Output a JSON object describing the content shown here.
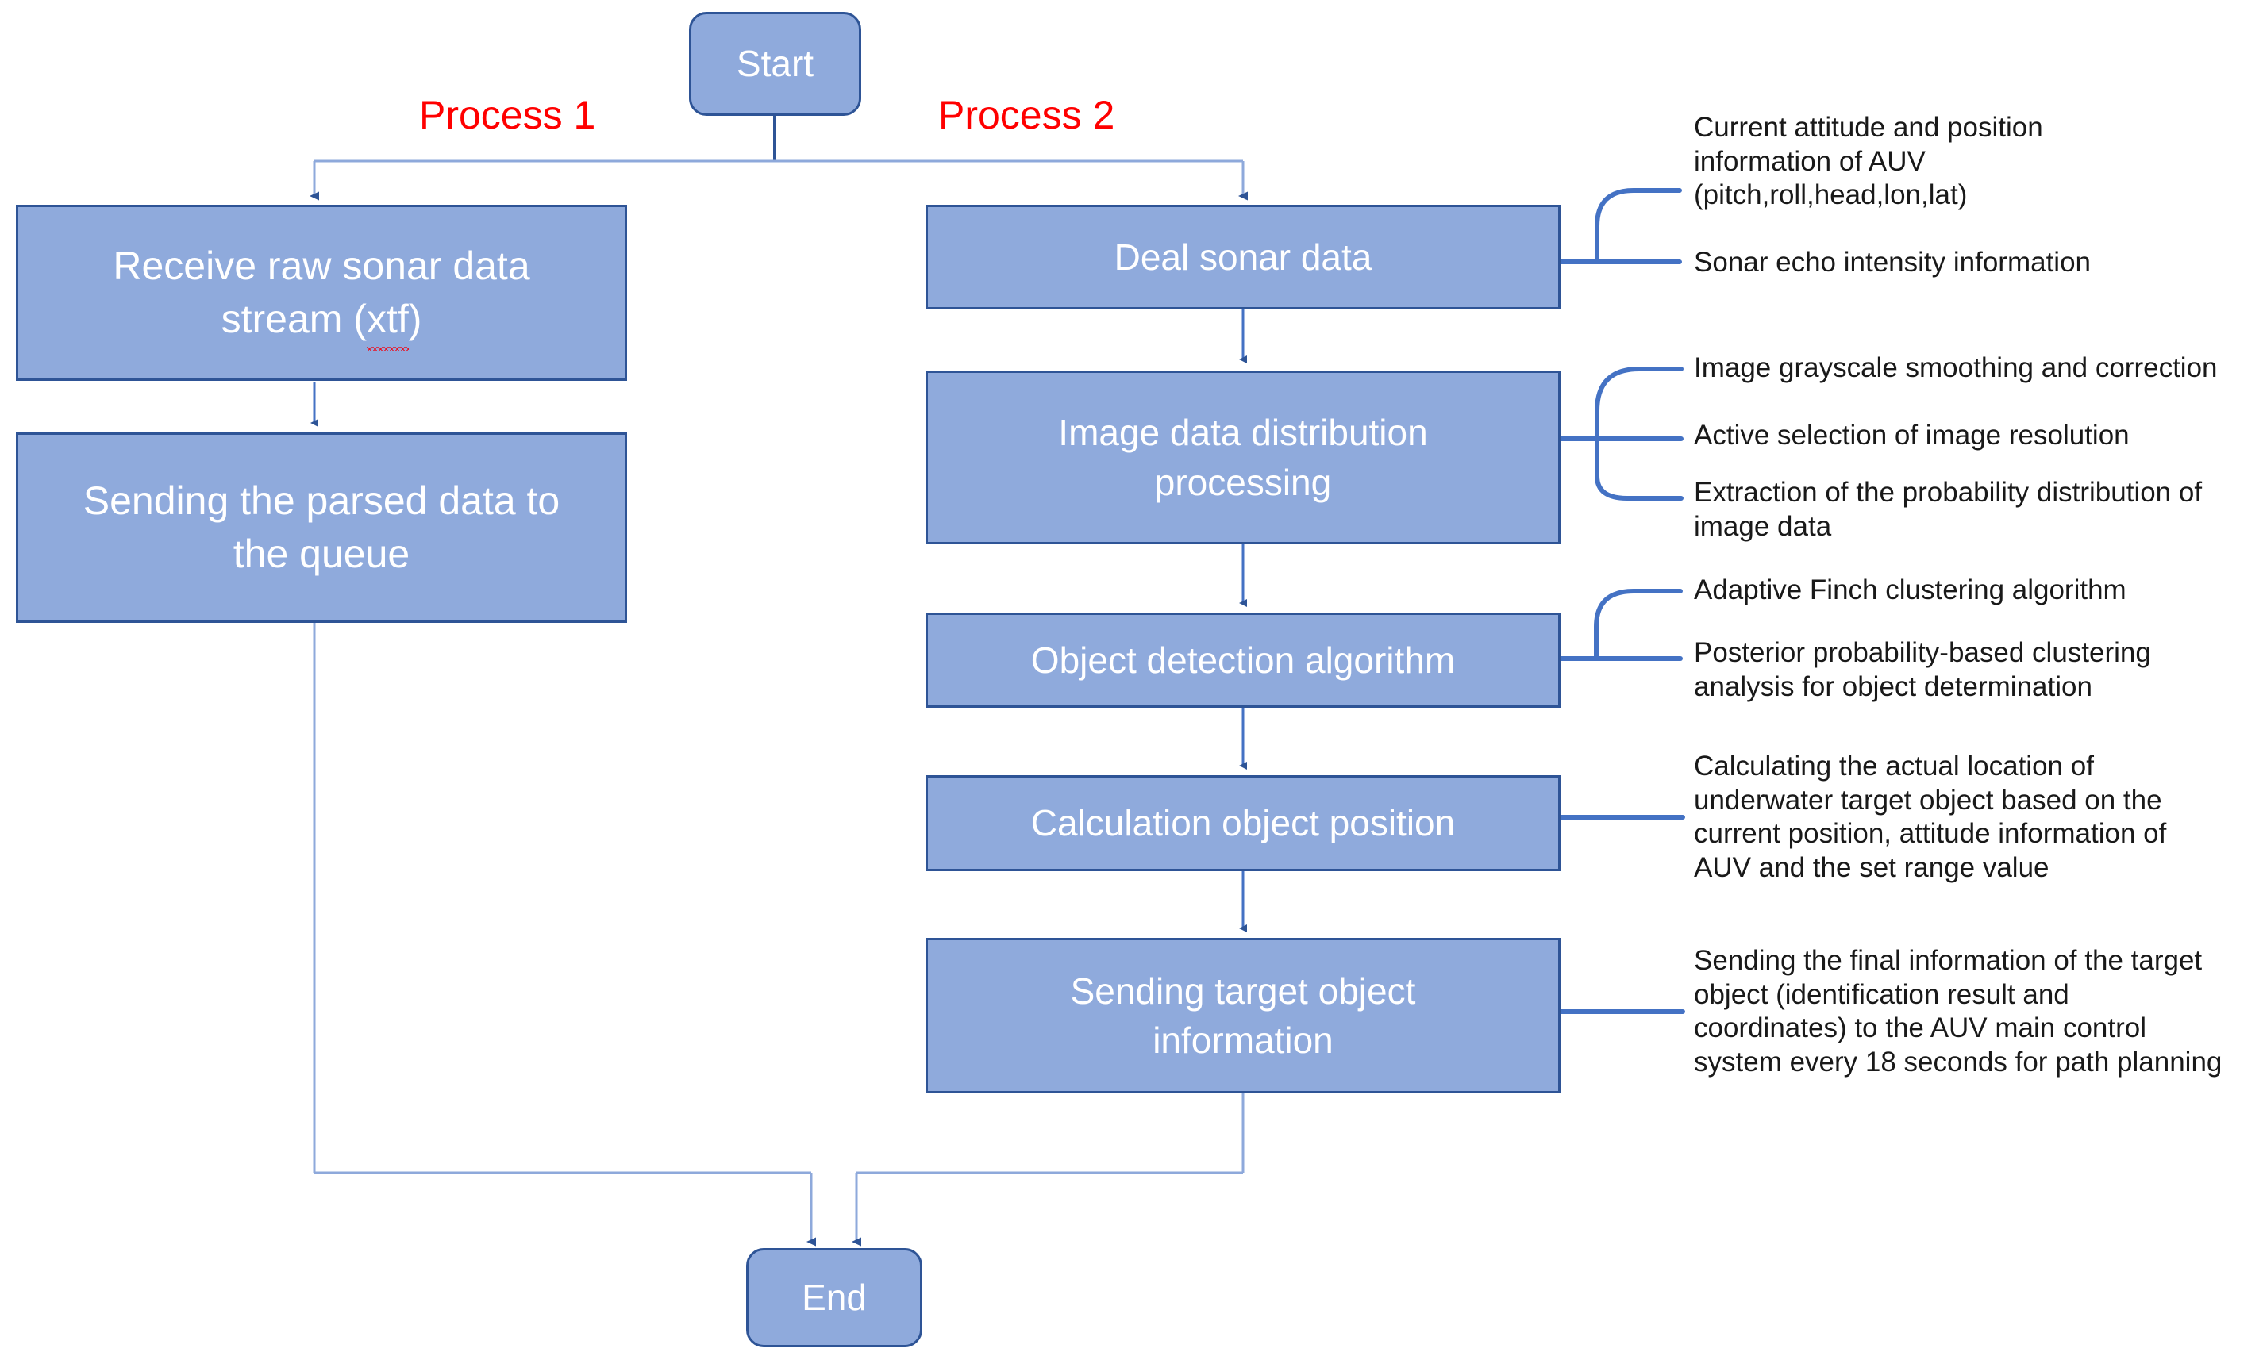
{
  "diagram": {
    "title": "AUV sonar target detection workflow flowchart",
    "colors": {
      "node_fill": "#8FAADC",
      "node_border": "#2E5496",
      "node_text": "#FFFFFF",
      "connector": "#4472C4",
      "process_label": "#FF0000",
      "annotation_text": "#191919",
      "background": "#FFFFFF"
    }
  },
  "process_labels": {
    "left": "Process  1",
    "right": "Process  2"
  },
  "nodes": {
    "start": {
      "label": "Start"
    },
    "end": {
      "label": "End"
    },
    "left_column": [
      {
        "id": "receive-raw-sonar",
        "line1": "Receive raw sonar data",
        "line2_prefix": "stream (",
        "line2_misspelled": "xtf",
        "line2_suffix": ")"
      },
      {
        "id": "send-parsed-queue",
        "label": "Sending the parsed data to\nthe queue"
      }
    ],
    "right_column": [
      {
        "id": "deal-sonar-data",
        "label": "Deal sonar data"
      },
      {
        "id": "image-data-distribution",
        "label": "Image data distribution\nprocessing"
      },
      {
        "id": "object-detection",
        "label": "Object detection algorithm"
      },
      {
        "id": "calculation-object-position",
        "label": "Calculation object position"
      },
      {
        "id": "sending-target-object",
        "label": "Sending target object\ninformation"
      }
    ]
  },
  "annotations": [
    {
      "for": "deal-sonar-data",
      "items": [
        "Current attitude and position\ninformation of AUV\n(pitch,roll,head,lon,lat)",
        "Sonar echo intensity information"
      ]
    },
    {
      "for": "image-data-distribution",
      "items": [
        "Image grayscale smoothing and correction",
        "Active selection of image resolution",
        "Extraction of the probability distribution of\nimage data"
      ]
    },
    {
      "for": "object-detection",
      "items": [
        "Adaptive Finch clustering algorithm",
        "Posterior probability-based clustering\nanalysis for object determination"
      ]
    },
    {
      "for": "calculation-object-position",
      "items": [
        "Calculating the actual location of\nunderwater target object based on the\ncurrent position, attitude information of\nAUV and the set range value"
      ]
    },
    {
      "for": "sending-target-object",
      "items": [
        "Sending the final information of the target\nobject (identification result and\ncoordinates) to the AUV main control\nsystem every 18 seconds for path planning"
      ]
    }
  ]
}
